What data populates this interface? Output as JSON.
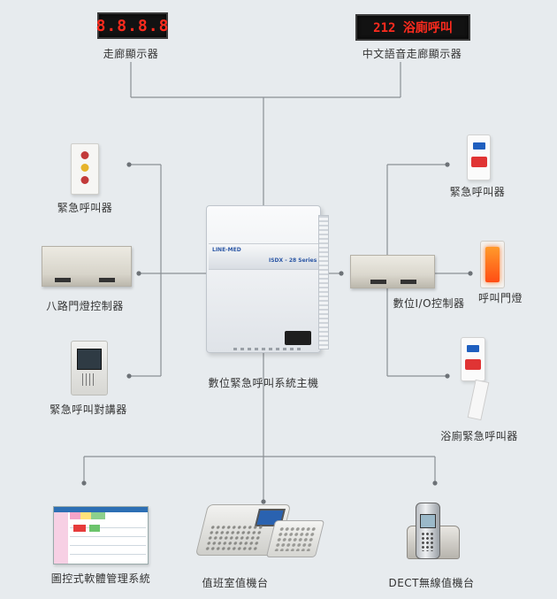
{
  "title": "數位緊急呼叫系統主機",
  "displays": {
    "corridor_display": {
      "label": "走廊顯示器",
      "led_text": "8.8.8.8"
    },
    "chinese_display": {
      "label": "中文語音走廊顯示器",
      "led_text": "212 浴廁呼叫"
    }
  },
  "left_devices": [
    {
      "label": "緊急呼叫器"
    },
    {
      "label": "八路門燈控制器"
    },
    {
      "label": "緊急呼叫對講器"
    }
  ],
  "right_devices": [
    {
      "label": "緊急呼叫器"
    },
    {
      "label": "數位I/O控制器"
    },
    {
      "label": "呼叫門燈"
    },
    {
      "label": "浴廁緊急呼叫器"
    }
  ],
  "bottom_devices": [
    {
      "label": "圖控式軟體管理系統"
    },
    {
      "label": "值班室值機台"
    },
    {
      "label": "DECT無線值機台"
    }
  ],
  "main_unit": {
    "brand_text": "LINE-MED",
    "model_text": "ISDX - 28  Series"
  },
  "colors": {
    "background": "#e7ebee",
    "wire": "#8a8f94",
    "led": "#ff2b1e"
  }
}
